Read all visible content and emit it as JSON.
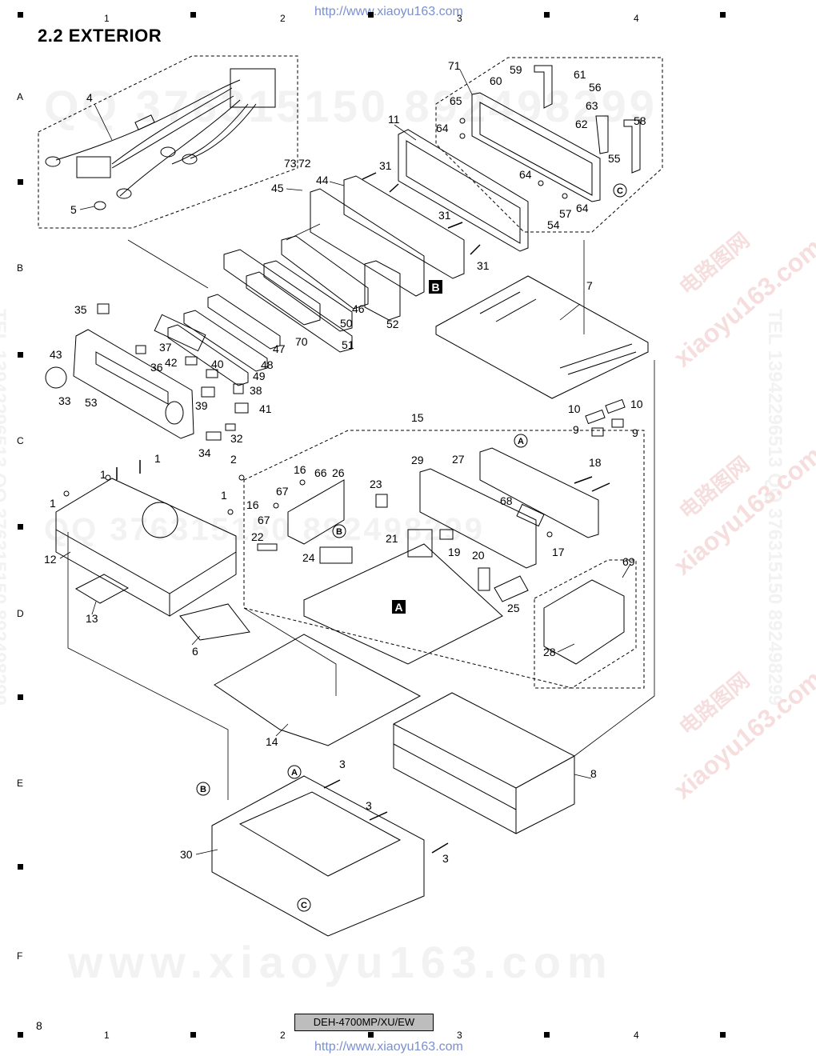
{
  "header": {
    "section_title": "2.2  EXTERIOR",
    "url": "http://www.xiaoyu163.com",
    "column_numbers": [
      "1",
      "2",
      "3",
      "4"
    ]
  },
  "row_letters": [
    "A",
    "B",
    "C",
    "D",
    "E",
    "F"
  ],
  "watermarks": {
    "qq_line": "QQ 376315150  892498299",
    "tel_vertical": "TEL 13942296513  QQ 376315150  892498299",
    "cn_text": "电路图网",
    "site_text": "xiaoyu163.com",
    "big_footer": "www.xiaoyu163.com"
  },
  "footer": {
    "page_number": "8",
    "model": "DEH-4700MP/XU/EW",
    "url": "http://www.xiaoyu163.com"
  },
  "diagram": {
    "part_labels": [
      "1",
      "2",
      "3",
      "4",
      "5",
      "6",
      "7",
      "8",
      "9",
      "10",
      "11",
      "12",
      "13",
      "14",
      "15",
      "16",
      "17",
      "18",
      "19",
      "20",
      "21",
      "22",
      "23",
      "24",
      "25",
      "26",
      "27",
      "28",
      "29",
      "30",
      "31",
      "32",
      "33",
      "34",
      "35",
      "36",
      "37",
      "38",
      "39",
      "40",
      "41",
      "42",
      "43",
      "44",
      "45",
      "46",
      "47",
      "48",
      "49",
      "50",
      "51",
      "52",
      "53",
      "54",
      "55",
      "56",
      "57",
      "58",
      "59",
      "60",
      "61",
      "62",
      "63",
      "64",
      "65",
      "66",
      "67",
      "68",
      "69",
      "70",
      "71",
      "72",
      "73"
    ],
    "callout_letters": [
      "A",
      "B",
      "C"
    ]
  }
}
